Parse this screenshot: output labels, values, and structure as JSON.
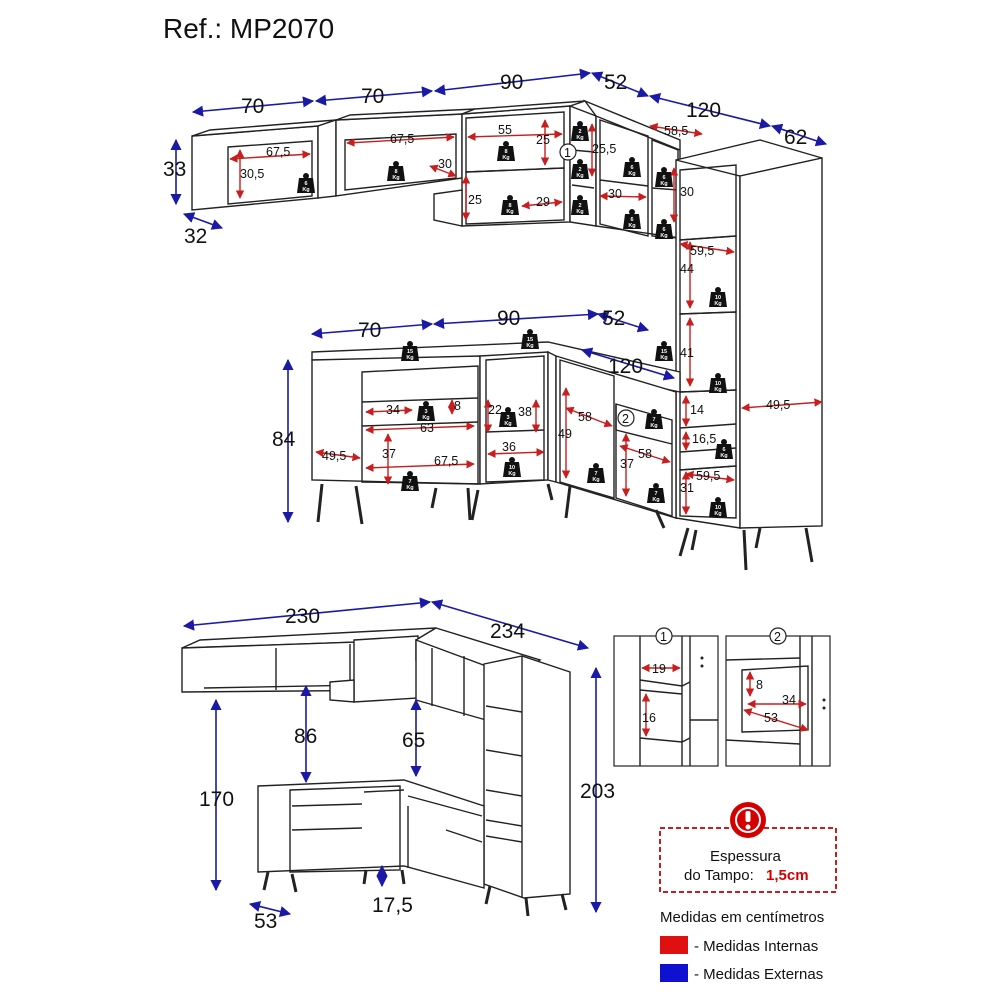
{
  "title": "Ref.: MP2070",
  "top_view": {
    "external": {
      "w70a": "70",
      "w70b": "70",
      "w90": "90",
      "w52": "52",
      "w120": "120",
      "w62": "62",
      "h33": "33",
      "d32": "32"
    },
    "internal": {
      "a": "67,5",
      "b": "30,5",
      "c": "67,5",
      "d": "30",
      "e": "55",
      "f": "25",
      "g": "25",
      "h": "29",
      "i": "25,5",
      "j": "58,5",
      "k": "30",
      "l": "30",
      "m": "59,5",
      "n": "44",
      "o": "41",
      "p": "49,5",
      "q": "14",
      "r": "16,5",
      "s": "59,5",
      "t": "31"
    },
    "lower_external": {
      "w70": "70",
      "w90": "90",
      "w52": "52",
      "w120": "120",
      "h84": "84"
    },
    "lower_internal": {
      "a": "34",
      "b": "8",
      "c": "22",
      "d": "38",
      "e": "63",
      "f": "36",
      "g": "49,5",
      "h": "37",
      "i": "67,5",
      "j": "58",
      "k": "49",
      "l": "58",
      "m": "37"
    },
    "markers": [
      "1",
      "2"
    ]
  },
  "weights": [
    "6",
    "8",
    "8",
    "2",
    "2",
    "2",
    "6",
    "6",
    "6",
    "6",
    "8",
    "10",
    "10",
    "15",
    "15",
    "15",
    "3",
    "3",
    "6",
    "7",
    "10",
    "7",
    "7",
    "7",
    "10"
  ],
  "weight_unit": "Kg",
  "bottom_view": {
    "w230": "230",
    "w234": "234",
    "h170": "170",
    "h86": "86",
    "h65": "65",
    "h203": "203",
    "d53": "53",
    "d17": "17,5"
  },
  "detail1": {
    "marker": "1",
    "a": "19",
    "b": "16"
  },
  "detail2": {
    "marker": "2",
    "a": "8",
    "b": "34",
    "c": "53"
  },
  "warning": {
    "line1": "Espessura",
    "line2": "do Tampo:",
    "value": "1,5cm"
  },
  "legend": {
    "title": "Medidas em centímetros",
    "internal": "- Medidas Internas",
    "external": "- Medidas Externas",
    "internal_color": "#e01010",
    "external_color": "#1010d0"
  }
}
